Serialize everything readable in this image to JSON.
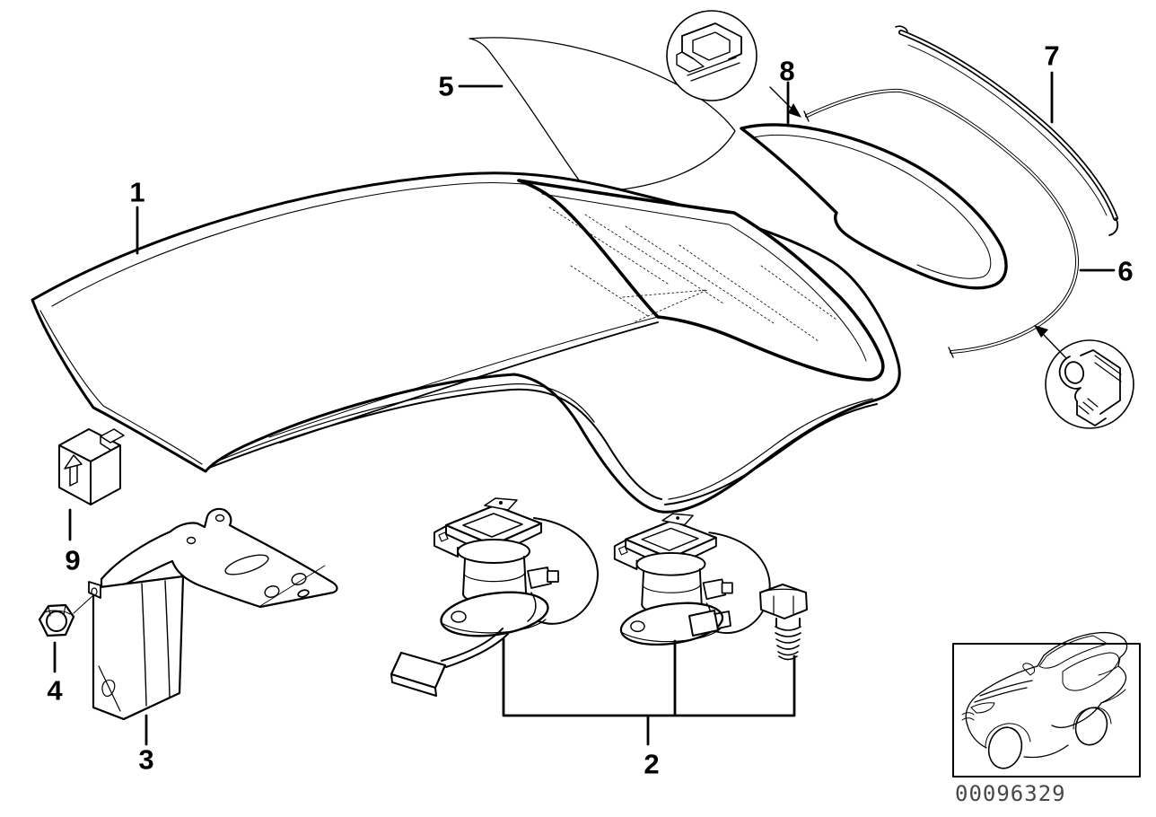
{
  "diagram": {
    "type": "exploded-parts-diagram",
    "image_id": "00096329",
    "colors": {
      "line": "#000000",
      "background": "#ffffff",
      "image_id_text": "#474747"
    },
    "callouts": {
      "c1": "1",
      "c2": "2",
      "c3": "3",
      "c4": "4",
      "c5": "5",
      "c6": "6",
      "c7": "7",
      "c8": "8",
      "c9": "9"
    },
    "insets": [
      {
        "icon": "clip-profile-icon",
        "points_to": "window-seal"
      },
      {
        "icon": "bulb-seal-profile-icon",
        "points_to": "gasket-strip"
      }
    ],
    "thumbnail": {
      "icon": "vehicle-coupe-icon"
    }
  }
}
